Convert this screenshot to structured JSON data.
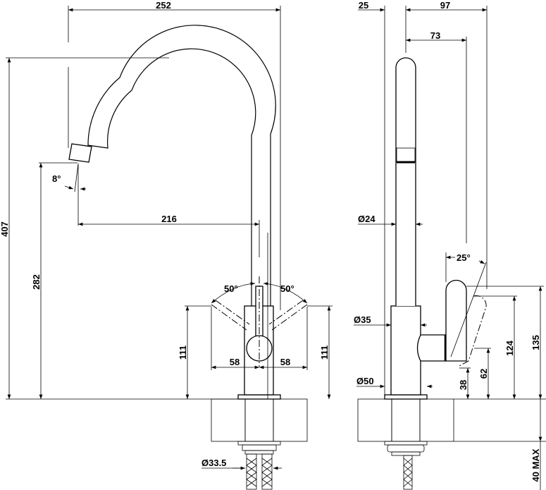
{
  "drawing": {
    "title": "Single-lever kitchen mixer with swivel spout - dimensional drawing",
    "units": "mm",
    "front_view": {
      "overall_width": "252",
      "overall_height": "407",
      "spout_outlet_height": "282",
      "spout_reach": "216",
      "spout_outlet_angle": "8°",
      "lever_rotation_left": "50°",
      "lever_rotation_right": "50°",
      "lever_swing_left": "58",
      "lever_swing_right": "58",
      "lever_height_left": "111",
      "lever_height_right": "111",
      "shank_diameter": "Ø33.5"
    },
    "side_view": {
      "base_offset": "25",
      "overall_depth": "97",
      "spout_top_depth": "73",
      "spout_diameter": "Ø24",
      "body_diameter": "Ø35",
      "base_diameter": "Ø50",
      "lever_tilt_angle": "25°",
      "lever_top_height": "135",
      "lever_tilted_height": "124",
      "lever_pivot_height": "62",
      "lever_bottom_height": "38",
      "max_counter_thickness": "40 MAX"
    }
  }
}
